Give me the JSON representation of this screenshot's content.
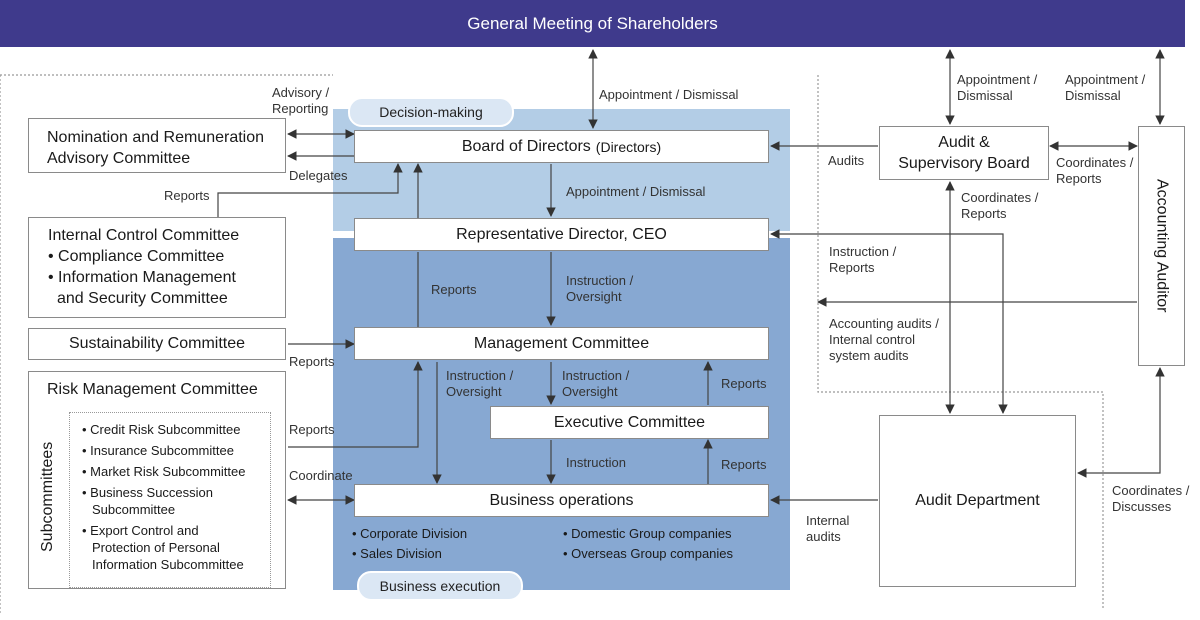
{
  "header": {
    "title": "General Meeting of Shareholders"
  },
  "zones": {
    "decision": "Decision-making",
    "execution": "Business execution"
  },
  "boxes": {
    "board_title": "Board of Directors",
    "board_sub": "(Directors)",
    "ceo": "Representative Director, CEO",
    "management": "Management Committee",
    "executive": "Executive Committee",
    "operations": "Business operations",
    "audit_board_line1": "Audit &",
    "audit_board_line2": "Supervisory Board",
    "accounting_auditor": "Accounting Auditor",
    "audit_department": "Audit Department"
  },
  "committees": {
    "nomination": [
      "Nomination and Remuneration",
      "Advisory Committee"
    ],
    "internal_control": {
      "title": "Internal Control Committee",
      "items": [
        "• Compliance Committee",
        "• Information Management",
        "and Security Committee"
      ]
    },
    "sustainability": "Sustainability Committee",
    "risk": {
      "title": "Risk Management Committee",
      "side_label": "Subcommittees",
      "items": [
        [
          "• Credit Risk Subcommittee"
        ],
        [
          "• Insurance Subcommittee"
        ],
        [
          "• Market Risk Subcommittee"
        ],
        [
          "• Business Succession",
          "Subcommittee"
        ],
        [
          "• Export Control and",
          "Protection of Personal",
          "Information Subcommittee"
        ]
      ]
    }
  },
  "divisions": [
    "• Corporate Division",
    "• Sales Division",
    "• Domestic Group companies",
    "• Overseas Group companies"
  ],
  "labels": {
    "advisory_reporting": [
      "Advisory /",
      "Reporting"
    ],
    "delegates": "Delegates",
    "reports": "Reports",
    "coordinate": "Coordinate",
    "appointment_dismissal": "Appointment / Dismissal",
    "appointment_dismissal_2": [
      "Appointment /",
      "Dismissal"
    ],
    "instruction_oversight": [
      "Instruction /",
      "Oversight"
    ],
    "instruction": "Instruction",
    "audits": "Audits",
    "instruction_reports": [
      "Instruction /",
      "Reports"
    ],
    "coordinates_reports": [
      "Coordinates /",
      "Reports"
    ],
    "accounting_audits": [
      "Accounting audits /",
      "Internal control",
      "system audits"
    ],
    "internal_audits": [
      "Internal",
      "audits"
    ],
    "coordinates_discusses": [
      "Coordinates /",
      "Discusses"
    ]
  }
}
